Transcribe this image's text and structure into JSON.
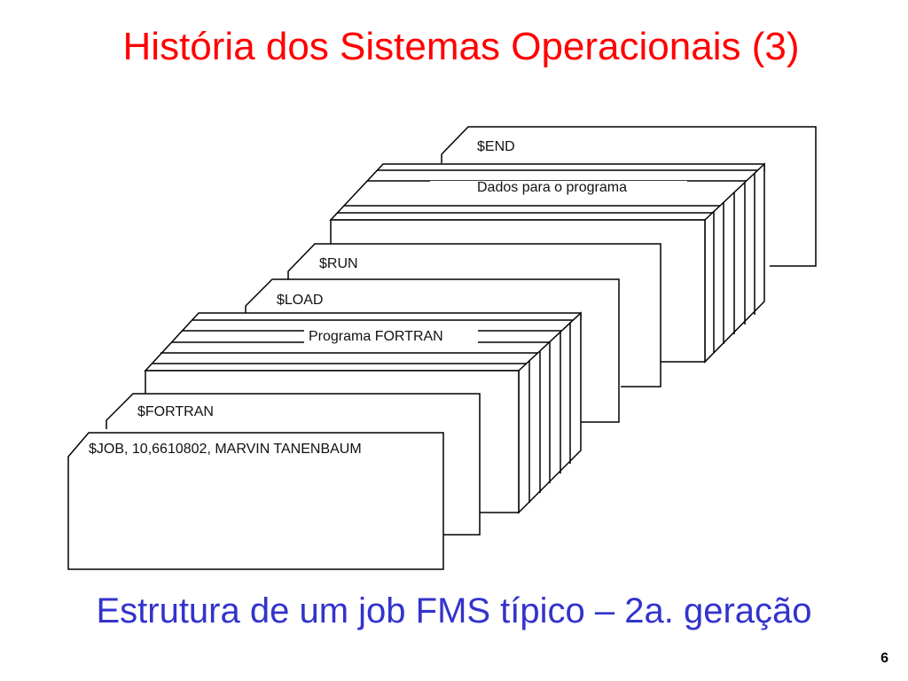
{
  "slide": {
    "title": "História dos Sistemas Operacionais (3)",
    "caption": "Estrutura de um job FMS típico – 2a. geração",
    "page_number": "6"
  },
  "diagram": {
    "cards": {
      "end": "$END",
      "data": "Dados para o programa",
      "run": "$RUN",
      "load": "$LOAD",
      "program": "Programa FORTRAN",
      "fortran": "$FORTRAN",
      "job": "$JOB, 10,6610802, MARVIN TANENBAUM"
    }
  },
  "colors": {
    "title": "#ff0000",
    "caption": "#3333cc",
    "stroke": "#000000"
  }
}
